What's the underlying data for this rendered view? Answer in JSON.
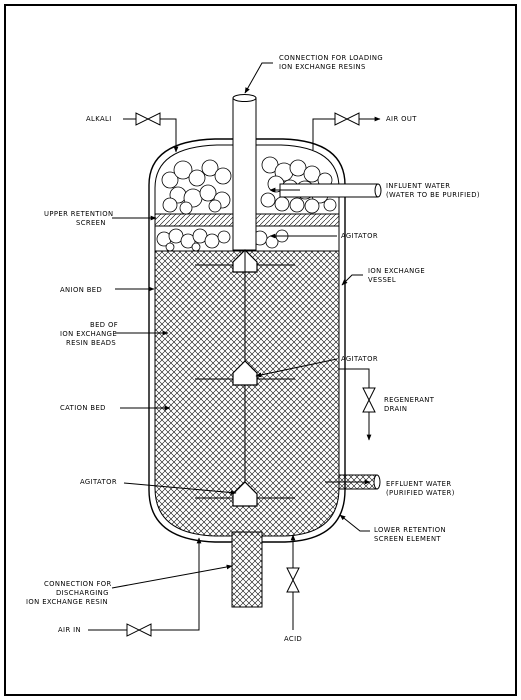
{
  "labels": {
    "connection_loading_1": "CONNECTION FOR LOADING",
    "connection_loading_2": "ION EXCHANGE RESINS",
    "alkali": "ALKALI",
    "air_out": "AIR OUT",
    "influent_1": "INFLUENT WATER",
    "influent_2": "(WATER TO BE PURIFIED)",
    "upper_screen_1": "UPPER RETENTION",
    "upper_screen_2": "SCREEN",
    "agitator_top": "AGITATOR",
    "vessel_1": "ION EXCHANGE",
    "vessel_2": "VESSEL",
    "anion_bed": "ANION BED",
    "resin_beads_1": "BED OF",
    "resin_beads_2": "ION EXCHANGE",
    "resin_beads_3": "RESIN BEADS",
    "agitator_middle": "AGITATOR",
    "regenerant_1": "REGENERANT",
    "regenerant_2": "DRAIN",
    "cation_bed": "CATION BED",
    "agitator_bottom": "AGITATOR",
    "effluent_1": "EFFLUENT WATER",
    "effluent_2": "(PURIFIED WATER)",
    "lower_screen_1": "LOWER RETENTION",
    "lower_screen_2": "SCREEN ELEMENT",
    "discharge_1": "CONNECTION FOR",
    "discharge_2": "DISCHARGING",
    "discharge_3": "ION EXCHANGE RESIN",
    "air_in": "AIR IN",
    "acid": "ACID"
  }
}
